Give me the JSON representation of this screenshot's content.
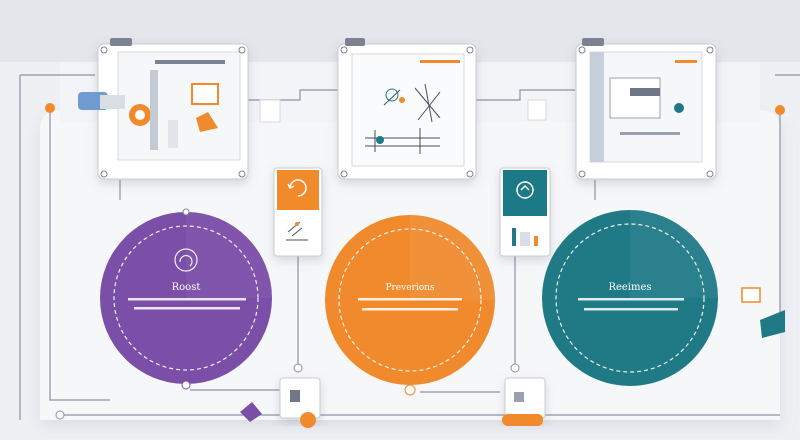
{
  "colors": {
    "background": "#eef0f4",
    "panel": "#f8f9fb",
    "purple": "#7b4fa8",
    "orange": "#f08a2c",
    "teal": "#1f7a86",
    "line": "#8c93a3"
  },
  "circles": [
    {
      "label": "Roost",
      "color": "#7b4fa8",
      "icon": "refresh-icon"
    },
    {
      "label": "Preverions",
      "color": "#f08a2c",
      "icon": "none"
    },
    {
      "label": "Reeimes",
      "color": "#1f7a86",
      "icon": "none"
    }
  ],
  "cards": [
    {
      "icon": "machine-illustration"
    },
    {
      "icon": "lab-sketch-illustration"
    },
    {
      "icon": "device-illustration"
    }
  ],
  "tags": [
    {
      "color": "#f08a2c",
      "icon": "refresh-icon"
    },
    {
      "color": "#1f7a86",
      "icon": "refresh-icon"
    }
  ]
}
